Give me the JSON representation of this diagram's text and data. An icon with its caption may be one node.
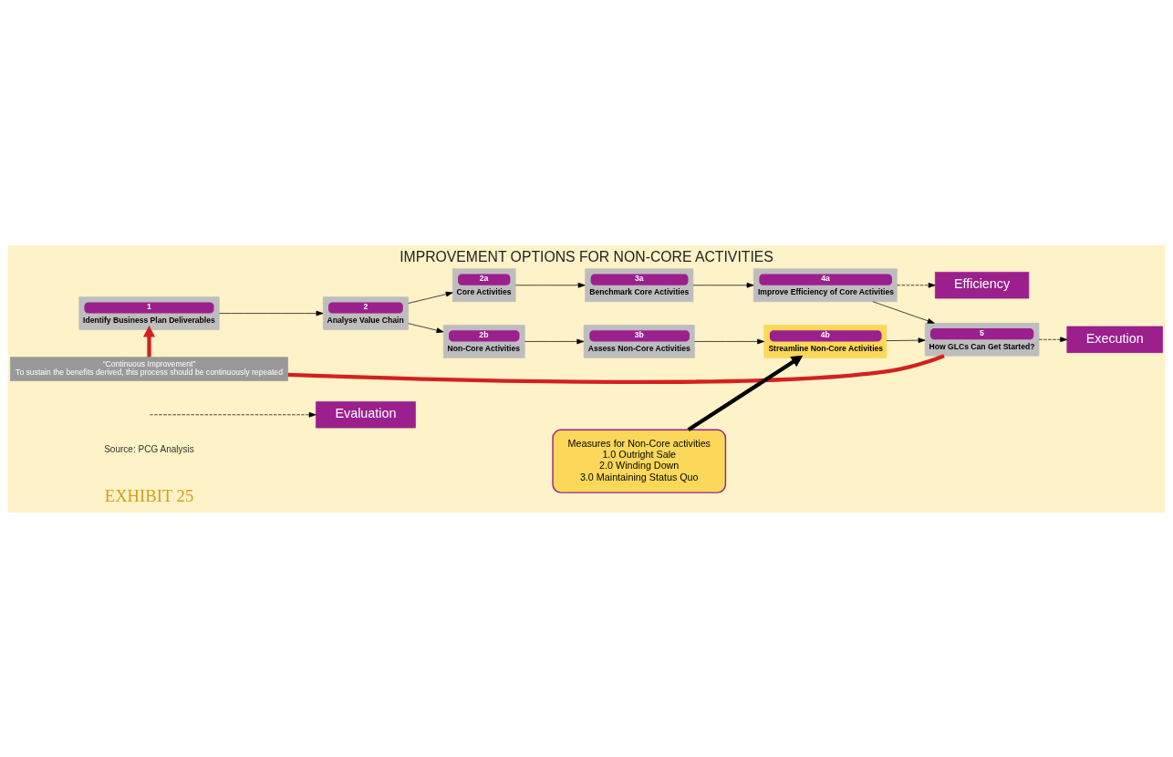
{
  "diagram": {
    "title": "IMPROVEMENT OPTIONS FOR NON-CORE ACTIVITIES",
    "caption": "Source: PCG Analysis",
    "labels": [
      "EXHIBIT 25"
    ],
    "nodes": [
      {
        "text": [
          "Evaluation"
        ]
      },
      {
        "text": [
          "Efficiency"
        ]
      },
      {
        "text": [
          "Execution"
        ]
      },
      {
        "text": [
          "1",
          "Identify Business Plan Deliverables"
        ]
      },
      {
        "text": [
          "2",
          "Analyse Value Chain"
        ]
      },
      {
        "text": [
          "2a",
          "Core Activities"
        ]
      },
      {
        "text": [
          "2b",
          "Non-Core Activities"
        ]
      },
      {
        "text": [
          "3a",
          "Benchmark Core Activities"
        ]
      },
      {
        "text": [
          "3b",
          "Assess Non-Core Activities"
        ]
      },
      {
        "text": [
          "4a",
          "Improve Efficiency of Core Activities"
        ]
      },
      {
        "text": [
          "4b",
          "Streamline Non-Core Activities"
        ]
      },
      {
        "text": [
          "5",
          "How GLCs Can Get Started?"
        ]
      },
      {
        "text": [
          "“Continuous Improvement”",
          "To sustain the benefits derived, this process should be continuously repeated"
        ]
      },
      {
        "text": [
          "Measures for Non-Core activities",
          "1.0 Outright Sale",
          "2.0 Winding Down",
          "3.0 Maintaining Status Quo"
        ]
      }
    ],
    "edges": [
      {
        "from": 3,
        "to": 4,
        "arrow": "to"
      },
      {
        "from": 4,
        "to": 5,
        "arrow": "to"
      },
      {
        "from": 4,
        "to": 6,
        "arrow": "to"
      },
      {
        "from": 5,
        "to": 7,
        "arrow": "to"
      },
      {
        "from": 6,
        "to": 8,
        "arrow": "to"
      },
      {
        "from": 7,
        "to": 9,
        "arrow": "to"
      },
      {
        "from": 8,
        "to": 10,
        "arrow": "to"
      },
      {
        "from": 9,
        "to": 11,
        "arrow": "to"
      },
      {
        "from": 10,
        "to": 11,
        "arrow": "to"
      },
      {
        "from": null,
        "to": 0,
        "arrow": "to",
        "style": "dashed"
      },
      {
        "from": 9,
        "to": 1,
        "arrow": "to",
        "style": "dashed"
      },
      {
        "from": 11,
        "to": 2,
        "arrow": "to",
        "style": "dashed"
      },
      {
        "from": 11,
        "to": 12,
        "arrow": "none",
        "style": "thick",
        "color": "#d42020"
      },
      {
        "from": 12,
        "to": 3,
        "arrow": "to",
        "style": "thick",
        "color": "#d42020"
      },
      {
        "from": 13,
        "to": 10,
        "arrow": "to",
        "style": "thick"
      }
    ]
  }
}
